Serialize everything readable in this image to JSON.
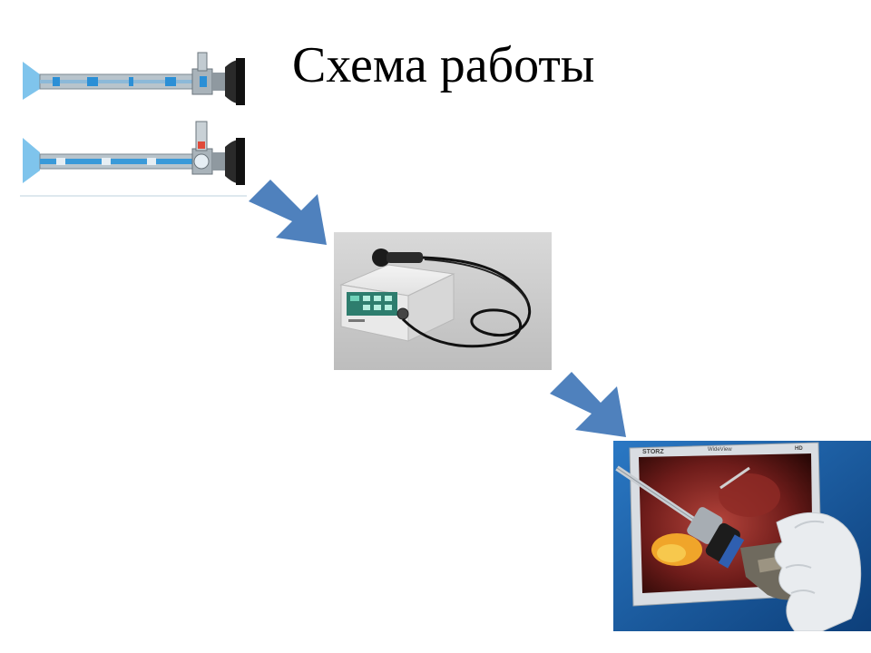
{
  "slide": {
    "title": "Схема работы"
  },
  "images": {
    "endoscope_diagram": "endoscope-optics-diagram",
    "camera_unit": "endoscopic-camera-control-unit",
    "monitor": "surgical-monitor-with-endoscope"
  },
  "monitor_brand": {
    "brand_text": "STORZ",
    "model_text": "WideView",
    "hd_badge": "HD"
  },
  "colors": {
    "arrow": "#4f81bd",
    "scope_blue": "#3a9ad9",
    "monitor_bg": "#1e64a8",
    "title": "#000000"
  }
}
